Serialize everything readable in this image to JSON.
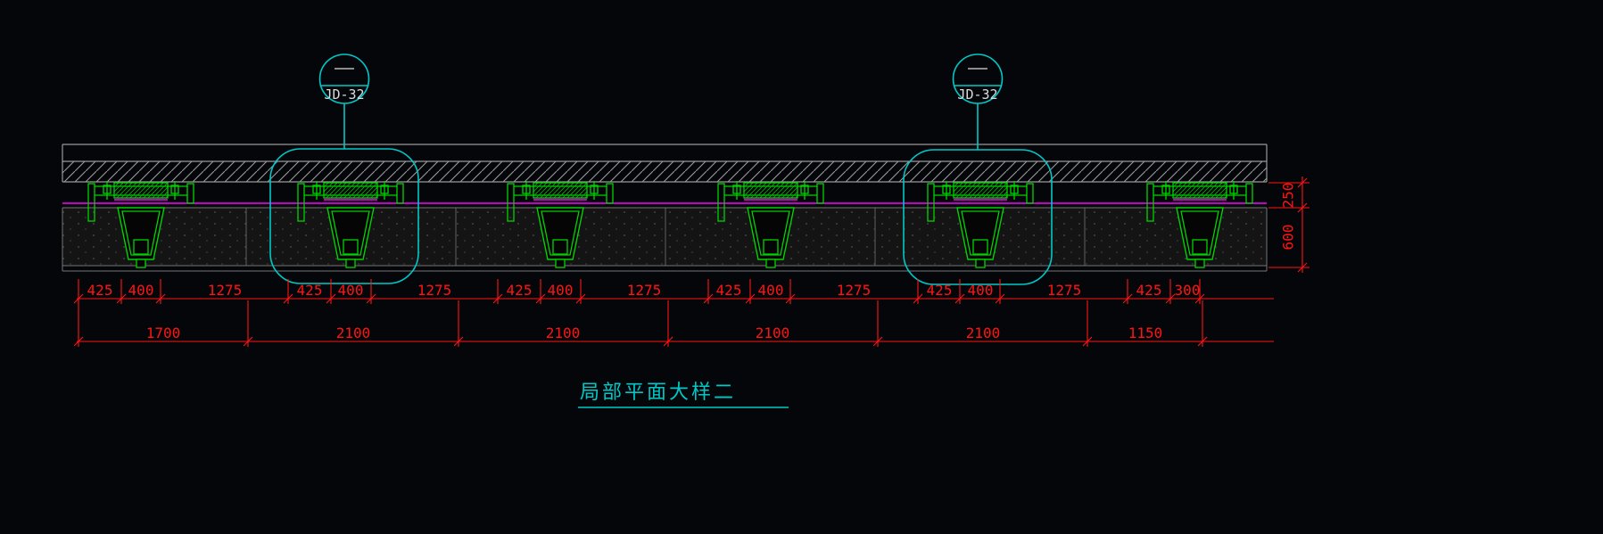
{
  "title": {
    "text": "局部平面大样二"
  },
  "callouts": [
    {
      "label": "JD-32"
    },
    {
      "label": "JD-32"
    }
  ],
  "dims": {
    "row1": [
      "425",
      "400",
      "1275",
      "425",
      "400",
      "1275",
      "425",
      "400",
      "1275",
      "425",
      "400",
      "1275",
      "425",
      "400",
      "1275",
      "425",
      "300"
    ],
    "row2": [
      "1700",
      "2100",
      "2100",
      "2100",
      "2100",
      "1150"
    ],
    "vertical": [
      "250",
      "600"
    ]
  },
  "colors": {
    "background": "#05060a",
    "line_green": "#00d400",
    "line_magenta": "#ff00ff",
    "line_cyan": "#00c8c8",
    "dimension_red": "#ff1414",
    "hatch_gray": "#9a9a9a",
    "text_light": "#dcdcdc",
    "panel_fill": "#141414"
  }
}
